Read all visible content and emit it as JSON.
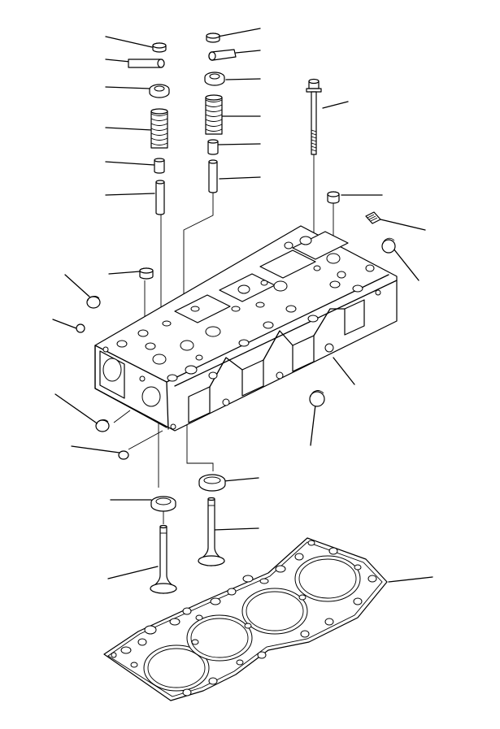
{
  "diagram": {
    "title": "",
    "type": "exploded-parts-view",
    "line_color": "#000000",
    "background": "#ffffff",
    "parts": [
      "valve-keeper-left",
      "valve-cotter-left",
      "spring-retainer-left",
      "valve-spring-left",
      "valve-stem-seal-left",
      "valve-guide-left",
      "valve-keeper-right",
      "valve-cotter-right",
      "spring-retainer-right",
      "valve-spring-right",
      "valve-stem-seal-right",
      "valve-guide-right",
      "head-bolt",
      "plug-top",
      "plug-right-upper",
      "plug-right-end",
      "plug-left-upper",
      "plug-left-mid",
      "plug-left-small",
      "plug-left-lower",
      "plug-left-bottom",
      "plug-front-lower",
      "cylinder-head",
      "valve-seat-left",
      "valve-seat-right",
      "intake-valve",
      "exhaust-valve",
      "head-gasket"
    ]
  }
}
